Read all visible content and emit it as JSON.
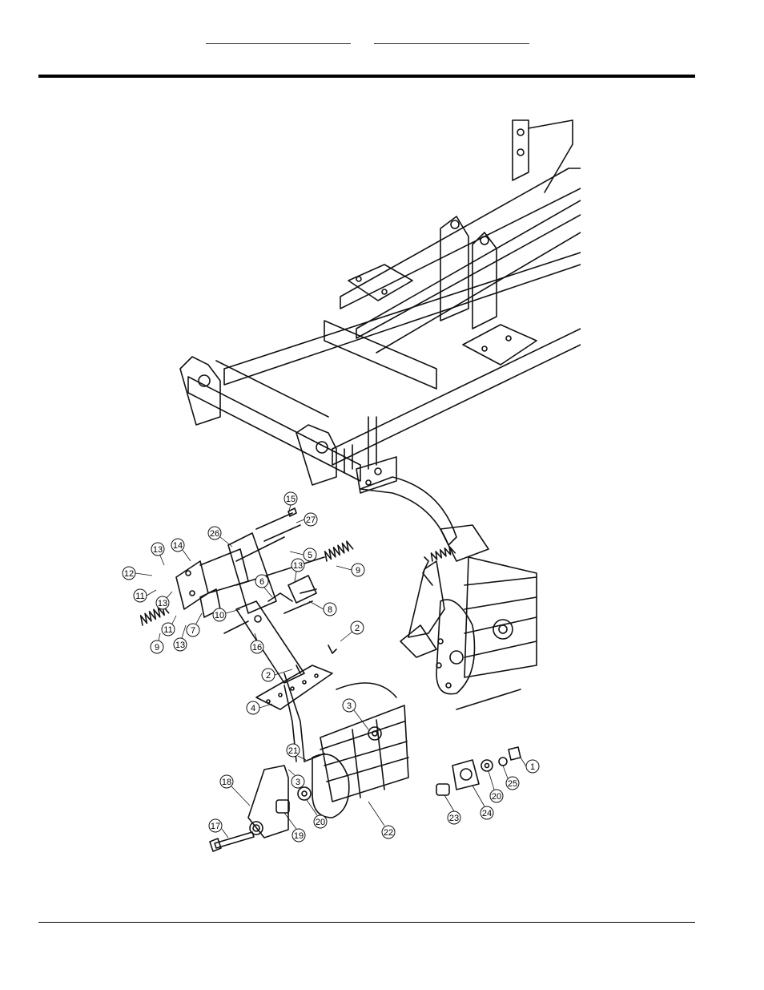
{
  "header": {
    "link_1": "",
    "link_2": ""
  },
  "callouts": [
    {
      "n": "15"
    },
    {
      "n": "27"
    },
    {
      "n": "26"
    },
    {
      "n": "14"
    },
    {
      "n": "13"
    },
    {
      "n": "5"
    },
    {
      "n": "12"
    },
    {
      "n": "9"
    },
    {
      "n": "11"
    },
    {
      "n": "13"
    },
    {
      "n": "6"
    },
    {
      "n": "13"
    },
    {
      "n": "10"
    },
    {
      "n": "8"
    },
    {
      "n": "11"
    },
    {
      "n": "7"
    },
    {
      "n": "9"
    },
    {
      "n": "13"
    },
    {
      "n": "16"
    },
    {
      "n": "2"
    },
    {
      "n": "2"
    },
    {
      "n": "4"
    },
    {
      "n": "3"
    },
    {
      "n": "21"
    },
    {
      "n": "1"
    },
    {
      "n": "25"
    },
    {
      "n": "3"
    },
    {
      "n": "18"
    },
    {
      "n": "20"
    },
    {
      "n": "20"
    },
    {
      "n": "24"
    },
    {
      "n": "17"
    },
    {
      "n": "19"
    },
    {
      "n": "23"
    },
    {
      "n": "22"
    }
  ]
}
